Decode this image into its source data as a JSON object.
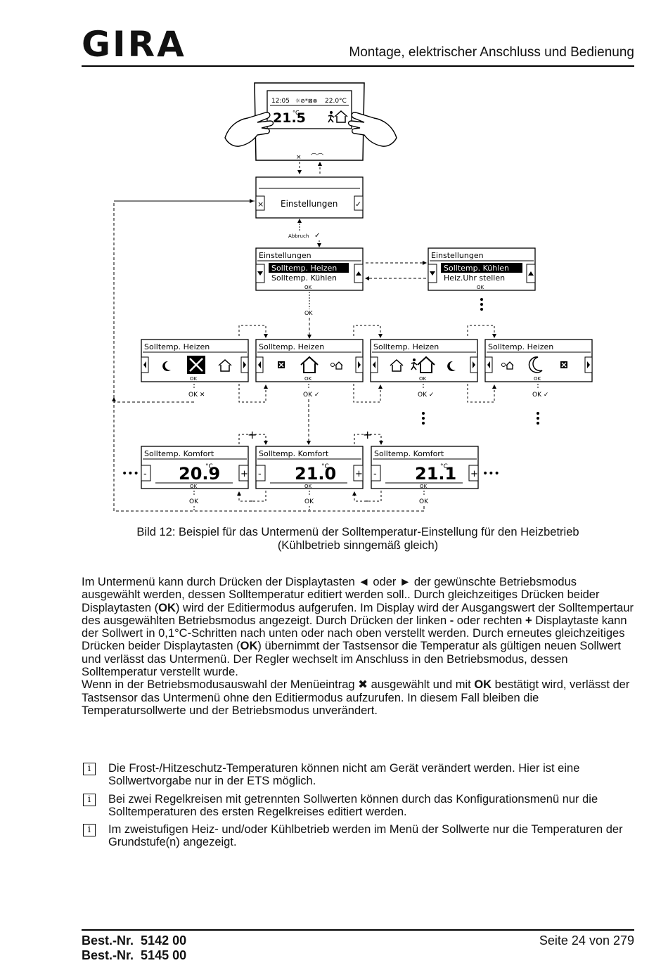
{
  "header": {
    "logo": "GIRA",
    "title": "Montage, elektrischer Anschluss und Bedienung"
  },
  "diagram": {
    "device": {
      "time": "12:05",
      "status_temp": "22.0°C",
      "temp": "21.5",
      "unit": "°C"
    },
    "settings": {
      "title": "Einstellungen",
      "cancel_label": "Abbruch"
    },
    "menu_heat": {
      "title": "Einstellungen",
      "item_selected": "Solltemp. Heizen",
      "item_next": "Solltemp. Kühlen"
    },
    "menu_cool": {
      "title": "Einstellungen",
      "item_selected": "Solltemp. Kühlen",
      "item_next": "Heiz.Uhr stellen"
    },
    "heat_title": "Solltemp. Heizen",
    "comfort_title": "Solltemp. Komfort",
    "comfort_values": [
      "20.9",
      "21.0",
      "21.1"
    ],
    "ok_label": "OK",
    "ok_x_label": "OK ✕",
    "ok_check_label": "OK ✓",
    "plus_label": "+",
    "minus_label": "-",
    "more_label": "•••"
  },
  "caption": {
    "line1": "Bild 12: Beispiel für das Untermenü der Solltemperatur-Einstellung für den Heizbetrieb",
    "line2": "(Kühlbetrieb sinngemäß gleich)"
  },
  "body": {
    "p1_a": "Im Untermenü kann durch Drücken der Displaytasten ◄ oder ► der gewünschte Betriebsmodus ausgewählt werden, dessen Solltemperatur editiert werden soll.. Durch gleichzeitiges Drücken beider Displaytasten (",
    "p1_b": ") wird der Editiermodus aufgerufen. Im Display wird der Ausgangswert der Solltempertaur des ausgewählten Betriebsmodus angezeigt. Durch Drücken der linken ",
    "p1_c": " oder rechten ",
    "p1_d": " Displaytaste kann der Sollwert in 0,1°C-Schritten nach unten oder nach oben verstellt werden. Durch erneutes gleichzeitiges Drücken beider Displaytasten (",
    "p1_e": ") übernimmt der Tastsensor die Temperatur als gültigen neuen Sollwert und verlässt das Untermenü. Der Regler wechselt im Anschluss in den Betriebsmodus, dessen Solltemperatur verstellt wurde.",
    "p2_a": "Wenn in der Betriebsmodusauswahl der Menüeintrag ",
    "p2_b": " ausgewählt und mit ",
    "p2_c": " bestätigt wird, verlässt der Tastsensor das Untermenü ohne den Editiermodus aufzurufen. In diesem Fall bleiben die Temperatursollwerte und der Betriebsmodus unverändert.",
    "ok": "OK",
    "minus": "-",
    "plus": "+",
    "x_icon": "✖"
  },
  "notes": [
    "Die Frost-/Hitzeschutz-Temperaturen können nicht am Gerät verändert werden. Hier ist eine Sollwertvorgabe nur in der ETS möglich.",
    "Bei zwei Regelkreisen mit getrennten Sollwerten können durch das Konfigurationsmenü nur die Solltemperaturen des ersten Regelkreises editiert werden.",
    "Im zweistufigen Heiz- und/oder Kühlbetrieb werden im Menü der Sollwerte nur die Temperaturen der Grundstufe(n) angezeigt."
  ],
  "info_icon": "i",
  "footer": {
    "order_label": "Best.-Nr.",
    "order_numbers": [
      "5142 00",
      "5145 00"
    ],
    "page": "Seite 24 von 279"
  }
}
